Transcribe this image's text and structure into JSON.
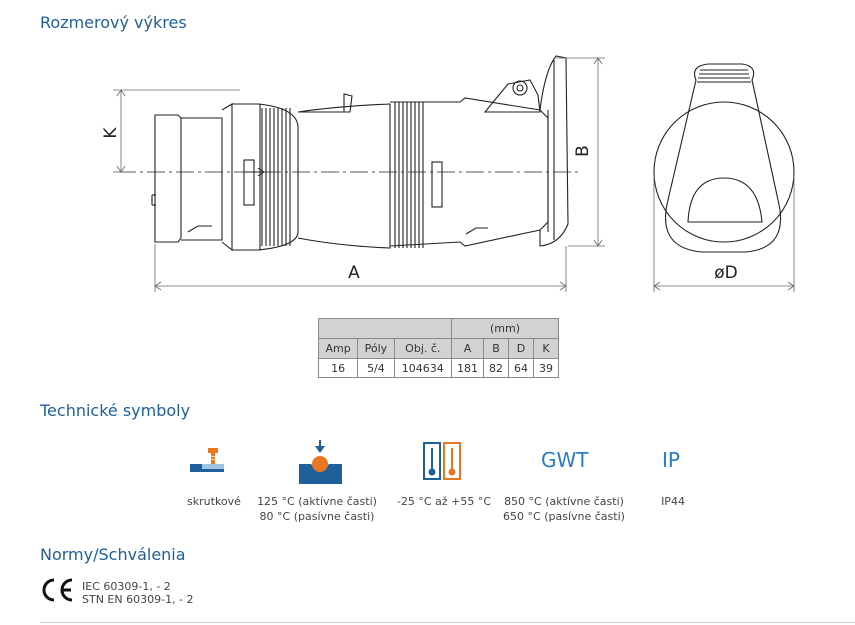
{
  "sections": {
    "drawing_title": "Rozmerový výkres",
    "symbols_title": "Technické symboly",
    "norms_title": "Normy/Schválenia"
  },
  "drawing_labels": {
    "K": "K",
    "A": "A",
    "B": "B",
    "D": "øD"
  },
  "dimension_table": {
    "unit_header": "(mm)",
    "columns": [
      "Amp",
      "Póly",
      "Obj. č.",
      "A",
      "B",
      "D",
      "K"
    ],
    "row": [
      "16",
      "5/4",
      "104634",
      "181",
      "82",
      "64",
      "39"
    ]
  },
  "symbols": [
    {
      "icon": "screw-terminal-icon",
      "caption_lines": [
        "skrutkové"
      ]
    },
    {
      "icon": "ball-pressure-test-icon",
      "caption_lines": [
        "125 °C (aktívne časti)",
        "80 °C (pasívne časti)"
      ]
    },
    {
      "icon": "thermometer-range-icon",
      "caption_lines": [
        "-25 °C až +55 °C"
      ]
    },
    {
      "icon": "gwt-text-icon",
      "label": "GWT",
      "caption_lines": [
        "850 °C (aktívne časti)",
        "650 °C (pasívne časti)"
      ]
    },
    {
      "icon": "ip-text-icon",
      "label": "IP",
      "caption_lines": [
        "IP44"
      ]
    }
  ],
  "norms": {
    "mark": "CE",
    "lines": [
      "IEC 60309-1, - 2",
      "STN EN 60309-1, - 2"
    ]
  },
  "colors": {
    "heading": "#1f5f9a",
    "symbol_blue": "#1f5f9a",
    "symbol_orange": "#e87722",
    "table_header_bg": "#d2d2d2"
  }
}
